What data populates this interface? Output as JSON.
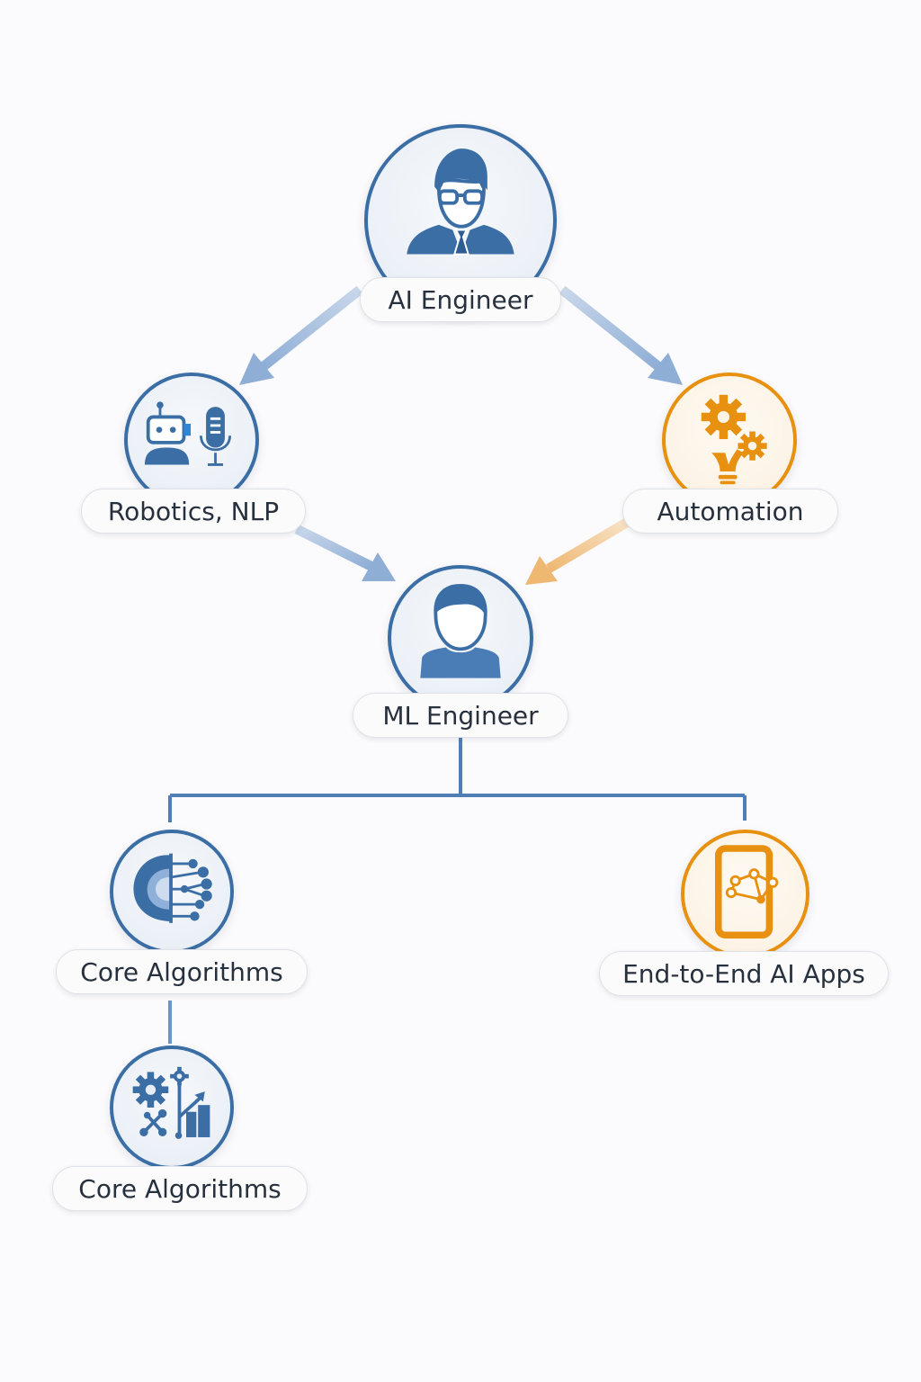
{
  "diagram": {
    "type": "hierarchy-flow",
    "colors": {
      "primary_blue": "#3c6ea6",
      "accent_orange": "#e8900f",
      "arrow_blue": "#9fb9db",
      "arrow_orange": "#f0c48a",
      "label_text": "#27303d"
    },
    "nodes": [
      {
        "id": "ai-engineer",
        "label": "AI Engineer",
        "icon": "businessman-glasses-icon",
        "color": "blue"
      },
      {
        "id": "robotics-nlp",
        "label": "Robotics, NLP",
        "icon": "robot-microphone-icon",
        "color": "blue"
      },
      {
        "id": "automation",
        "label": "Automation",
        "icon": "gears-lightbulb-icon",
        "color": "orange"
      },
      {
        "id": "ml-engineer",
        "label": "ML Engineer",
        "icon": "person-icon",
        "color": "blue"
      },
      {
        "id": "core-algorithms-1",
        "label": "Core Algorithms",
        "icon": "brain-circuit-gear-icon",
        "color": "blue"
      },
      {
        "id": "end-to-end-ai-apps",
        "label": "End-to-End AI Apps",
        "icon": "smartphone-network-icon",
        "color": "orange"
      },
      {
        "id": "core-algorithms-2",
        "label": "Core Algorithms",
        "icon": "gears-chart-growth-icon",
        "color": "blue"
      }
    ],
    "edges": [
      {
        "from": "ai-engineer",
        "to": "robotics-nlp",
        "style": "arrow",
        "color": "blue"
      },
      {
        "from": "ai-engineer",
        "to": "automation",
        "style": "arrow",
        "color": "blue"
      },
      {
        "from": "robotics-nlp",
        "to": "ml-engineer",
        "style": "arrow",
        "color": "blue"
      },
      {
        "from": "automation",
        "to": "ml-engineer",
        "style": "arrow",
        "color": "orange"
      },
      {
        "from": "ml-engineer",
        "to": "core-algorithms-1",
        "style": "line",
        "color": "blue"
      },
      {
        "from": "ml-engineer",
        "to": "end-to-end-ai-apps",
        "style": "line",
        "color": "blue"
      },
      {
        "from": "core-algorithms-1",
        "to": "core-algorithms-2",
        "style": "line",
        "color": "blue"
      }
    ]
  }
}
